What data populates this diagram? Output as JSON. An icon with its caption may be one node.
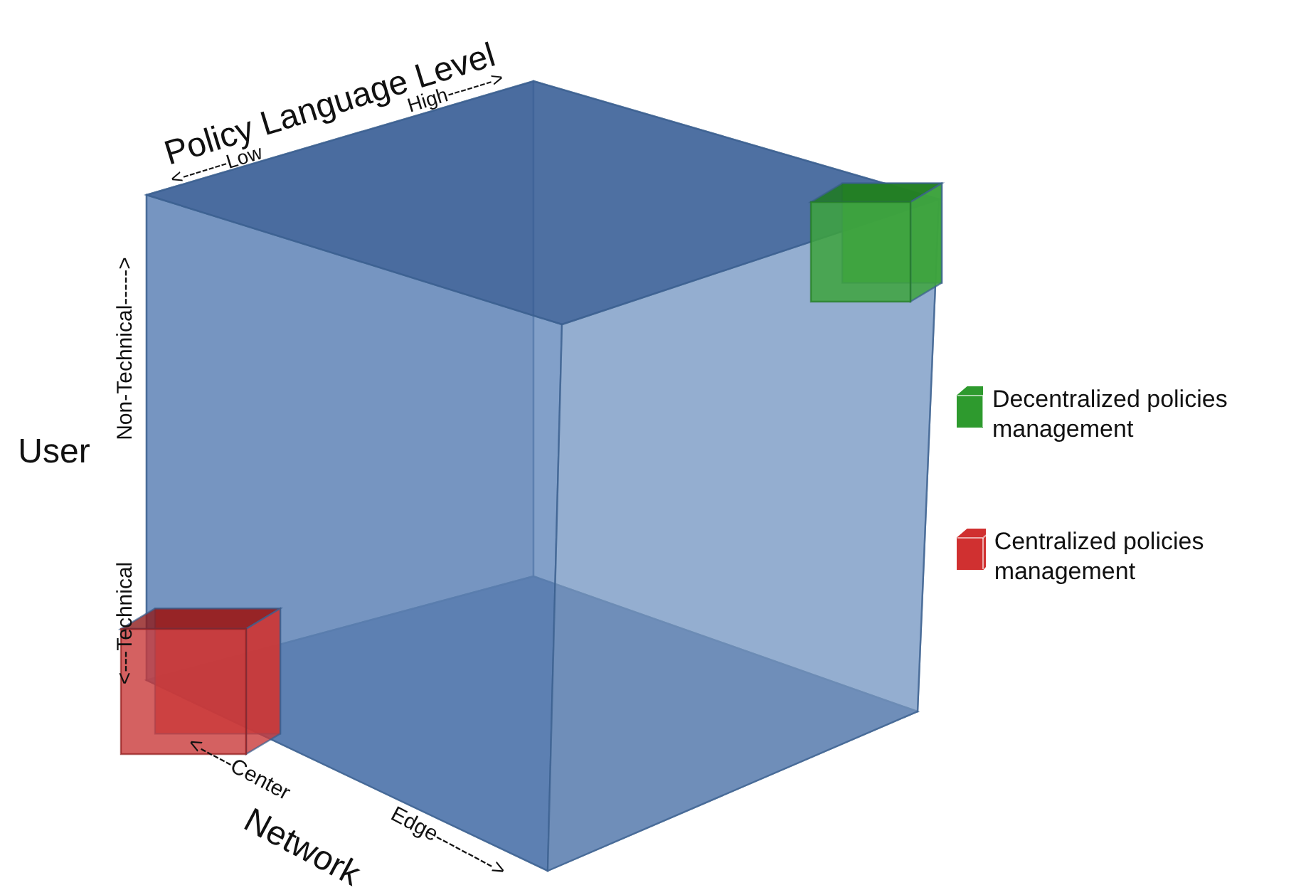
{
  "diagram": {
    "labels": [
      "Policy Language Level",
      "<-------Low",
      "High------->",
      "Non-Technical----->",
      "User",
      "<---Technical",
      "<-----Center",
      "Network",
      "Edge--------->"
    ],
    "legend": [
      {
        "text": "Decentralized policies management",
        "color": "#2e9a2e"
      },
      {
        "text": "Centralized policies management",
        "color": "#d03030"
      }
    ]
  }
}
